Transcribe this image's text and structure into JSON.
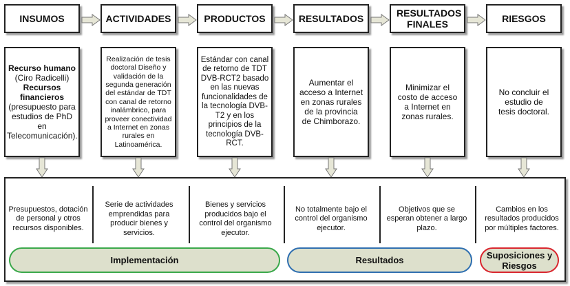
{
  "headers": [
    "INSUMOS",
    "ACTIVIDADES",
    "PRODUCTOS",
    "RESULTADOS",
    "RESULTADOS FINALES",
    "RIESGOS"
  ],
  "insumos": {
    "l1": "Recurso humano",
    "l2": "(Ciro Radicelli)",
    "l3": "Recursos financieros",
    "l4": "(presupuesto para estudios de PhD en Telecomunicación)."
  },
  "boxes": {
    "actividades": "Realización de tesis doctoral Diseño y validación de la segunda generación del estándar de TDT con canal de retorno inalámbrico, para proveer conectividad a Internet en zonas rurales en Latinoamérica.",
    "productos": "Estándar con canal de retorno de TDT DVB-RCT2 basado en las nuevas funcionalidades de la tecnología DVB-T2 y en los principios de la tecnología DVB-RCT.",
    "resultados": "Aumentar el acceso a Internet en zonas rurales de la provincia de Chimborazo.",
    "resultados_finales": "Minimizar el costo de acceso a Internet en zonas rurales.",
    "riesgos": "No concluir el estudio de tesis doctoral."
  },
  "descriptions": [
    "Presupuestos, dotación de personal y otros recursos disponibles.",
    "Serie de actividades emprendidas para producir bienes y servicios.",
    "Bienes y servicios producidos bajo el control del organismo ejecutor.",
    "No totalmente bajo el control del organismo ejecutor.",
    "Objetivos que se esperan obtener a largo plazo.",
    "Cambios en los resultados producidos por múltiples factores."
  ],
  "groups": {
    "implementacion": "Implementación",
    "resultados": "Resultados",
    "suposiciones": "Suposiciones y Riesgos"
  },
  "colors": {
    "implementacion_border": "#3aa84a",
    "resultados_border": "#2f6fb0",
    "suposiciones_border": "#d9262e",
    "pill_fill": "#dde0cc",
    "arrow_fill": "#e6e6d6"
  }
}
